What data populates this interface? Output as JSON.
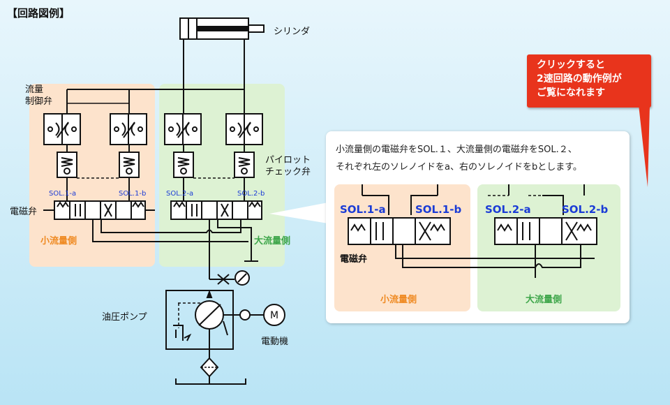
{
  "heading": "【回路図例】",
  "labels": {
    "cylinder": "シリンダ",
    "flow_valve": "流量\n制御弁",
    "pilot_check_valve": "パイロット\nチェック弁",
    "solenoid_valve": "電磁弁",
    "small_side": "小流量側",
    "large_side": "大流量側",
    "pump": "油圧ポンプ",
    "motor": "電動機",
    "motor_symbol": "M"
  },
  "solenoids": {
    "sol1a": "SOL.1-a",
    "sol1b": "SOL.1-b",
    "sol2a": "SOL.2-a",
    "sol2b": "SOL.2-b"
  },
  "cta": {
    "line1": "クリックすると",
    "line2": "2速回路の動作例が",
    "line3": "ご覧になれます"
  },
  "callout": {
    "line1": "小流量側の電磁弁をSOL.１、大流量側の電磁弁をSOL.２、",
    "line2": "それぞれ左のソレノイドをa、右のソレノイドをbとします。",
    "solenoid_label": "電磁弁",
    "small_side": "小流量側",
    "large_side": "大流量側",
    "sol1a": "SOL.1-a",
    "sol1b": "SOL.1-b",
    "sol2a": "SOL.2-a",
    "sol2b": "SOL.2-b"
  },
  "colors": {
    "panel_orange": "#fde3cc",
    "panel_green": "#ddf2d3",
    "solenoid_blue": "#1a3bd6",
    "cta_red": "#e8341c"
  }
}
